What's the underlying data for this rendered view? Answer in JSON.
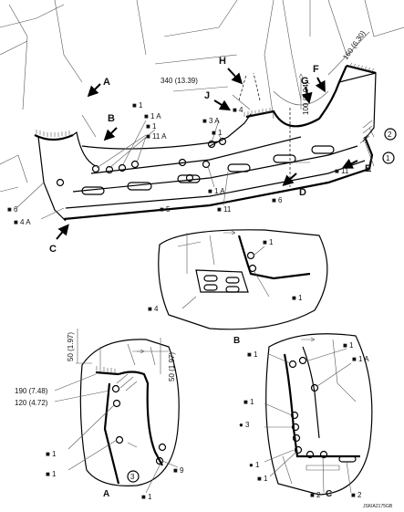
{
  "callouts": {
    "sq1": "■ 1",
    "sq1a": "■ 1 A",
    "sq11": "■ 11",
    "sq11a": "■ 11 A",
    "sq3a": "■ 3 A",
    "sq4": "■ 4",
    "sq4a": "■ 4 A",
    "sq5": "■ 5",
    "sq6": "■ 6",
    "sq9": "■ 9",
    "sq2": "■ 2",
    "dot1": "● 1",
    "dot3": "● 3"
  },
  "views": {
    "A": "A",
    "B": "B",
    "C": "C",
    "D": "D",
    "E": "E",
    "F": "F",
    "G": "G",
    "H": "H",
    "J": "J"
  },
  "circled": {
    "one": "1",
    "two": "2",
    "three": "3"
  },
  "dimensions": {
    "weld340": "340 (13.39)",
    "dim100": "100 (3.94)",
    "dim160": "160 (6.30)",
    "dim50": "50 (1.97)",
    "weld190": "190 (7.48)",
    "weld120": "120 (4.72)"
  },
  "figure_id": "JSKIA2175GB"
}
